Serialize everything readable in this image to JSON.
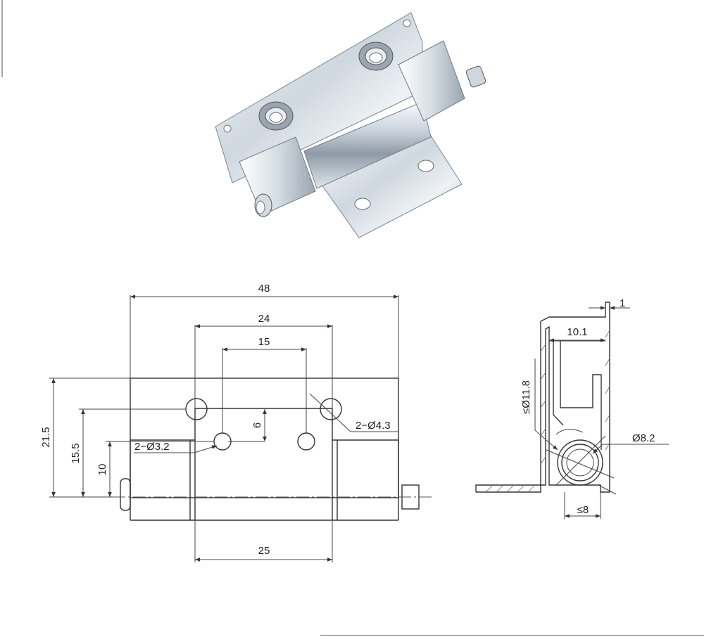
{
  "front_view": {
    "dim_width_total": "48",
    "dim_leaf_width": "24",
    "dim_hole_spacing": "15",
    "dim_height_total": "21.5",
    "dim_height_large_holes": "15.5",
    "dim_height_small_holes": "10",
    "dim_hole_offset": "6",
    "dim_bottom_leaf": "25",
    "callout_small_holes": "2−Ø3.2",
    "callout_large_holes": "2−Ø4.3"
  },
  "side_view": {
    "dim_thickness": "1",
    "dim_depth": "10.1",
    "dim_outer_diameter": "≤Ø11.8",
    "dim_pin_diameter": "Ø8.2",
    "dim_base_width": "≤8"
  },
  "colors": {
    "steel_light": "#e9eef3",
    "steel_mid": "#b9c4cf",
    "steel_dark": "#6f7c88",
    "line": "#444444"
  }
}
